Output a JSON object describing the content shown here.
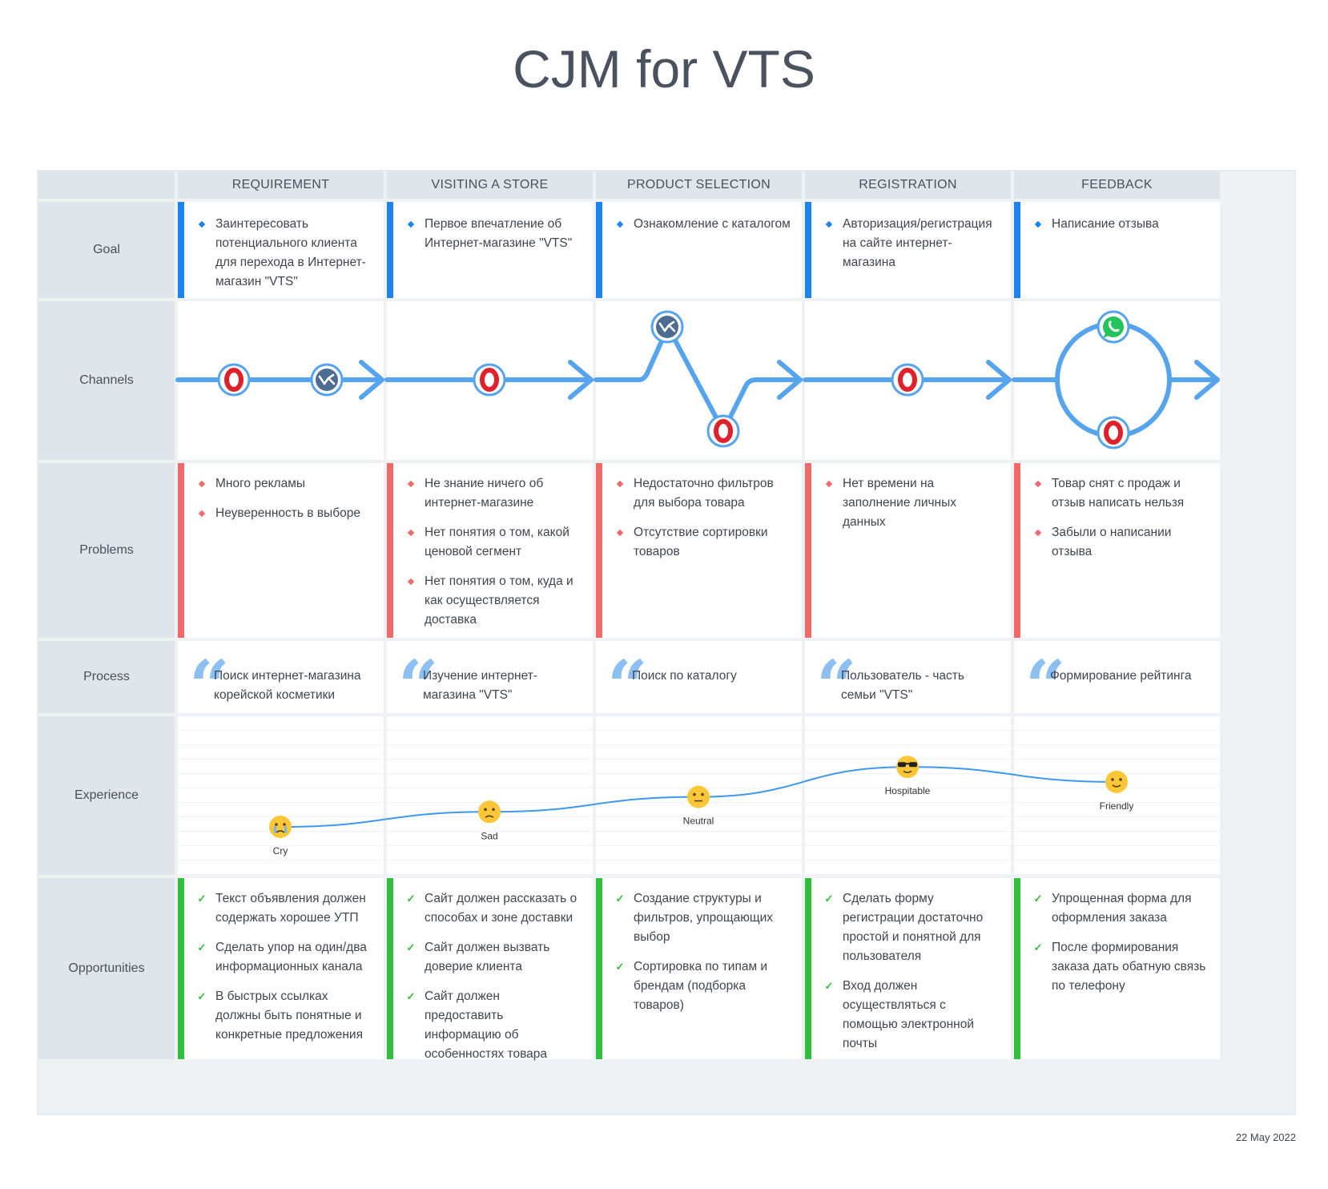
{
  "title": "CJM for VTS",
  "date": "22 May 2022",
  "colors": {
    "goal": "#1c84f1",
    "problem": "#f06a6a",
    "opportunity": "#2fbf3a",
    "channel_line": "#56a3ee"
  },
  "row_labels": {
    "goal": "Goal",
    "channels": "Channels",
    "problems": "Problems",
    "process": "Process",
    "experience": "Experience",
    "opportunities": "Opportunities"
  },
  "stages": [
    {
      "name": "REQUIREMENT",
      "goals": [
        "Заинтересовать потенциального клиента для перехода в Интернет-магазин \"VTS\""
      ],
      "channels": [
        "opera-icon",
        "vk-icon"
      ],
      "problems": [
        "Много рекламы",
        "Неуверенность в выборе"
      ],
      "process": "Поиск интернет-магазина корейской косметики",
      "experience": {
        "label": "Cry",
        "emoji": "crying-face-icon",
        "level": 1
      },
      "opportunities": [
        "Текст объявления должен содержать хорошее УТП",
        "Сделать упор на один/два информационных канала",
        " В быстрых ссылках должны быть понятные и конкретные предложения"
      ]
    },
    {
      "name": "VISITING A STORE",
      "goals": [
        "Первое впечатление об Интернет-магазине \"VTS\""
      ],
      "channels": [
        "opera-icon"
      ],
      "problems": [
        "Не знание ничего об интернет-магазине",
        "Нет понятия о том, какой ценовой сегмент",
        "Нет понятия о том, куда и как осуществляется доставка"
      ],
      "process": "Изучение интернет-магазина \"VTS\"",
      "experience": {
        "label": "Sad",
        "emoji": "sad-face-icon",
        "level": 2
      },
      "opportunities": [
        "Сайт должен рассказать о способах и зоне доставки",
        "Сайт должен вызвать доверие клиента",
        "Сайт должен предоставить информацию об особенностях товара"
      ]
    },
    {
      "name": "PRODUCT SELECTION",
      "goals": [
        "Ознакомление с каталогом"
      ],
      "channels": [
        "vk-icon",
        "opera-icon"
      ],
      "problems": [
        "Недостаточно фильтров для выбора товара",
        "Отсутствие сортировки товаров"
      ],
      "process": "Поиск по каталогу",
      "experience": {
        "label": "Neutral",
        "emoji": "neutral-face-icon",
        "level": 3
      },
      "opportunities": [
        "Создание структуры и фильтров, упрощающих выбор",
        "Сортировка по типам и брендам (подборка товаров)"
      ]
    },
    {
      "name": "REGISTRATION",
      "goals": [
        "Авторизация/регистрация на сайте интернет-магазина"
      ],
      "channels": [
        "opera-icon"
      ],
      "problems": [
        "Нет времени на заполнение личных данных"
      ],
      "process": "Пользователь - часть семьи \"VTS\"",
      "experience": {
        "label": "Hospitable",
        "emoji": "sunglasses-face-icon",
        "level": 5
      },
      "opportunities": [
        "Сделать форму регистрации достаточно простой и понятной для пользователя",
        "Вход должен осуществляться с помощью электронной почты"
      ]
    },
    {
      "name": "FEEDBACK",
      "goals": [
        "Написание отзыва"
      ],
      "channels": [
        "whatsapp-icon",
        "opera-icon"
      ],
      "problems": [
        "Товар снят с продаж и отзыв написать нельзя",
        "Забыли о написании отзыва"
      ],
      "process": "Формирование рейтинга",
      "experience": {
        "label": "Friendly",
        "emoji": "smiling-face-icon",
        "level": 4
      },
      "opportunities": [
        "Упрощенная форма для оформления заказа",
        "После формирования заказа дать обатную связь по телефону"
      ]
    }
  ]
}
